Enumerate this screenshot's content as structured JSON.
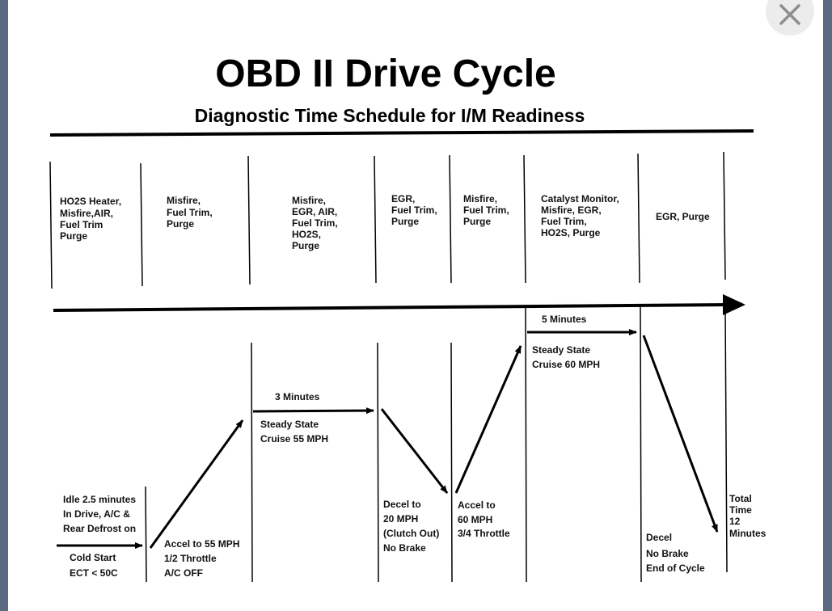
{
  "document": {
    "title": "OBD II Drive Cycle",
    "subtitle": "Diagnostic Time Schedule for I/M Readiness"
  },
  "monitors": [
    [
      "HO2S Heater,",
      "Misfire,AIR,",
      "Fuel Trim",
      "Purge"
    ],
    [
      "Misfire,",
      "Fuel Trim,",
      "Purge"
    ],
    [
      "Misfire,",
      "EGR, AIR,",
      "Fuel Trim,",
      "HO2S,",
      "Purge"
    ],
    [
      "EGR,",
      "Fuel Trim,",
      "Purge"
    ],
    [
      "Misfire,",
      "Fuel Trim,",
      "Purge"
    ],
    [
      "Catalyst Monitor,",
      "Misfire, EGR,",
      "Fuel Trim,",
      "HO2S, Purge"
    ],
    [
      "EGR, Purge"
    ]
  ],
  "steps": {
    "idle": [
      "Idle 2.5 minutes",
      "In Drive, A/C &",
      "Rear Defrost on"
    ],
    "cold_start": [
      "Cold Start",
      "ECT < 50C"
    ],
    "accel_55": [
      "Accel to 55 MPH",
      "1/2 Throttle",
      "A/C OFF"
    ],
    "duration_3": "3 Minutes",
    "cruise_55": [
      "Steady State",
      "Cruise 55 MPH"
    ],
    "decel_20": [
      "Decel to",
      "20 MPH",
      "(Clutch Out)",
      "No Brake"
    ],
    "accel_60": [
      "Accel to",
      "60 MPH",
      "3/4 Throttle"
    ],
    "duration_5": "5 Minutes",
    "cruise_60": [
      "Steady State",
      "Cruise 60 MPH"
    ],
    "decel_end": [
      "Decel",
      "No Brake",
      "End of Cycle"
    ],
    "total": [
      "Total",
      "Time",
      "12",
      "Minutes"
    ]
  },
  "icons": {
    "close": "close-icon"
  }
}
